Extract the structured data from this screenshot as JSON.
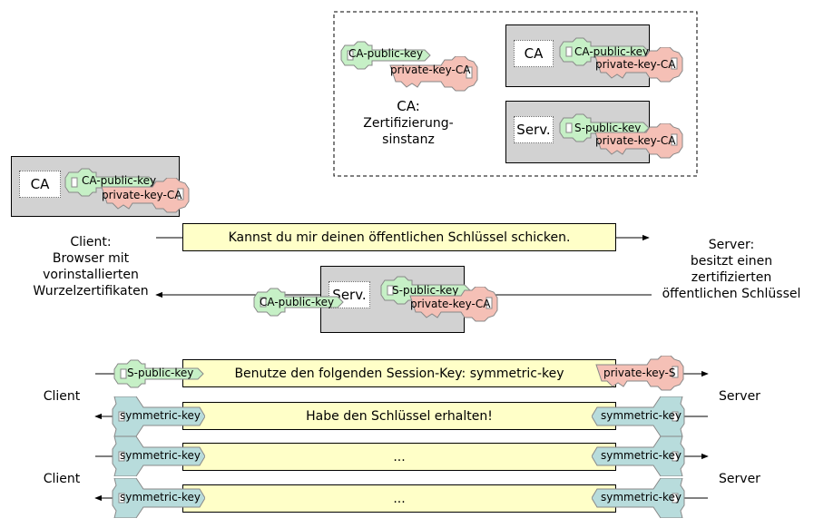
{
  "legend": {
    "ca_key": "CA-public-key",
    "ca_private": "private-key-CA",
    "ca_title": "CA:",
    "ca_desc1": "Zertifizierung-",
    "ca_desc2": "sinstanz",
    "cert1_owner": "CA",
    "cert1_pub": "CA-public-key",
    "cert1_priv": "private-key-CA",
    "cert2_owner": "Serv.",
    "cert2_pub": "S-public-key",
    "cert2_priv": "private-key-CA"
  },
  "client_cert": {
    "owner": "CA",
    "pub": "CA-public-key",
    "priv": "private-key-CA"
  },
  "client_desc": [
    "Client:",
    "Browser mit",
    "vorinstallierten",
    "Wurzelzertifikaten"
  ],
  "server_desc": [
    "Server:",
    "besitzt einen",
    "zertifizierten",
    "öffentlichen Schlüssel"
  ],
  "msg_request": "Kannst du mir deinen öffentlichen Schlüssel schicken.",
  "server_cert": {
    "owner": "Serv.",
    "pub": "S-public-key",
    "priv": "private-key-CA",
    "verify_key": "CA-public-key"
  },
  "session": {
    "client_label": "Client",
    "server_label": "Server",
    "rows": [
      {
        "text": "Benutze den folgenden Session-Key: symmetric-key",
        "left_key": "S-public-key",
        "right_key": "private-key-S"
      },
      {
        "text": "Habe den Schlüssel erhalten!",
        "left_key": "symmetric-key",
        "right_key": "symmetric-key"
      },
      {
        "text": "...",
        "left_key": "symmetric-key",
        "right_key": "symmetric-key"
      },
      {
        "text": "...",
        "left_key": "symmetric-key",
        "right_key": "symmetric-key"
      }
    ]
  },
  "colors": {
    "public_key": "#c6f0c6",
    "private_key": "#f5c0b6",
    "symmetric_key": "#b8dcdc",
    "message": "#ffffc8",
    "certificate": "#d2d2d2"
  }
}
